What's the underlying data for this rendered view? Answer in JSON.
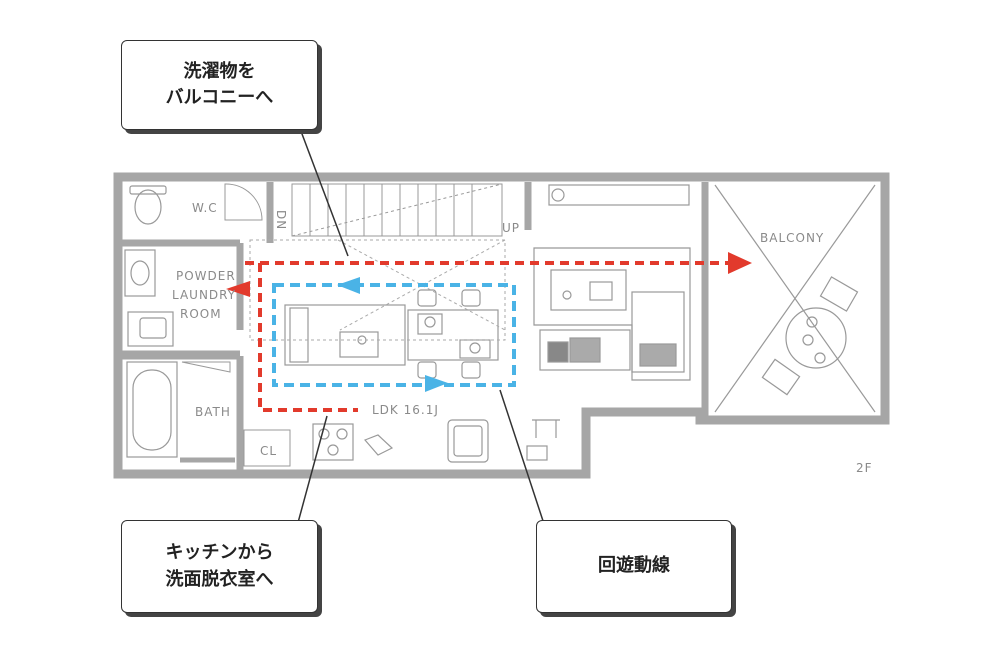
{
  "callouts": {
    "laundry": "洗濯物を\nバルコニーへ",
    "kitchen": "キッチンから\n洗面脱衣室へ",
    "loop": "回遊動線"
  },
  "rooms": {
    "wc": "W.C",
    "dn": "DN",
    "up": "UP",
    "powder1": "POWDER",
    "powder2": "LAUNDRY",
    "powder3": "ROOM",
    "bath": "BATH",
    "cl": "CL",
    "ldk": "LDK 16.1J",
    "balcony": "BALCONY"
  },
  "floor_label": "2F",
  "colors": {
    "wall": "#a6a6a6",
    "red_path": "#e23a2c",
    "blue_path": "#4ab3e6",
    "callout_border": "#333333"
  }
}
